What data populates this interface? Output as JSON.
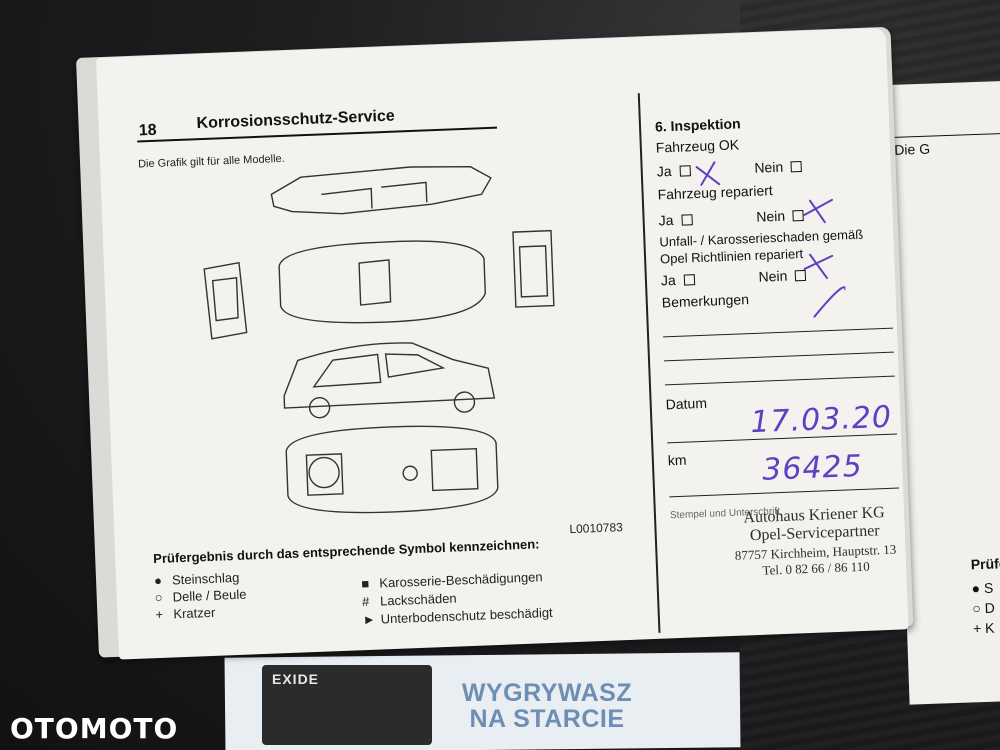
{
  "page": {
    "number": "18",
    "title": "Korrosionsschutz-Service",
    "graphic_note": "Die Grafik gilt für alle Modelle.",
    "diagram_code": "L0010783",
    "result_heading": "Prüfergebnis durch das entsprechende Symbol kennzeichnen:",
    "legend_left": [
      {
        "symbol": "●",
        "label": "Steinschlag"
      },
      {
        "symbol": "○",
        "label": "Delle / Beule"
      },
      {
        "symbol": "+",
        "label": "Kratzer"
      }
    ],
    "legend_right": [
      {
        "symbol": "■",
        "label": "Karosserie-Beschädigungen"
      },
      {
        "symbol": "#",
        "label": "Lackschäden"
      },
      {
        "symbol": "►",
        "label": "Unterbodenschutz beschädigt"
      }
    ]
  },
  "inspection": {
    "title": "6. Inspektion",
    "q1": "Fahrzeug OK",
    "q2": "Fahrzeug repariert",
    "q3_line1": "Unfall- / Karosserieschaden gemäß",
    "q3_line2": "Opel Richtlinien repariert",
    "yes": "Ja",
    "no": "Nein",
    "remarks": "Bemerkungen",
    "date_label": "Datum",
    "date_value": "17.03.20",
    "km_label": "km",
    "km_value": "36425",
    "stamp_label": "Stempel und Unterschrift"
  },
  "stamp": {
    "line1": "Autohaus Kriener KG",
    "line2": "Opel-Servicepartner",
    "line3": "87757 Kirchheim, Hauptstr. 13",
    "line4": "Tel. 0 82 66 / 86 110"
  },
  "right_page": {
    "text": "Die G",
    "heading": "Prüfe",
    "legend": [
      "S",
      "D",
      "K"
    ]
  },
  "bottom": {
    "battery_brand": "EXIDE",
    "promo_line1": "WYGRYWASZ",
    "promo_line2": "NA STARCIE"
  },
  "watermark": "OTOMOTO",
  "colors": {
    "ink": "#5f3fc2",
    "paper": "#f3f2ef",
    "promo": "#6c8fb3"
  }
}
